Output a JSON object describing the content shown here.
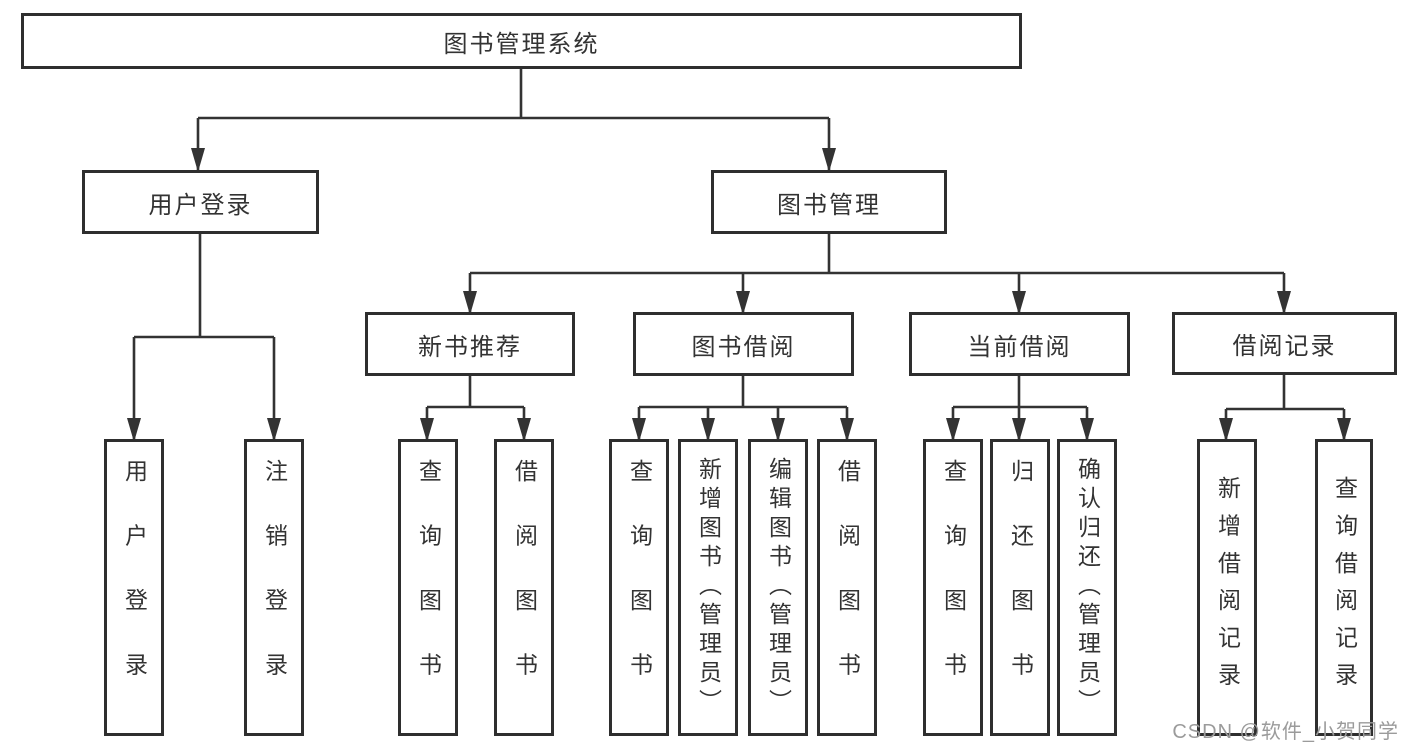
{
  "tree": {
    "label": "图书管理系统",
    "children": [
      {
        "label": "用户登录",
        "children": [
          {
            "label": "用户登录"
          },
          {
            "label": "注销登录"
          }
        ]
      },
      {
        "label": "图书管理",
        "children": [
          {
            "label": "新书推荐",
            "children": [
              {
                "label": "查询图书"
              },
              {
                "label": "借阅图书"
              }
            ]
          },
          {
            "label": "图书借阅",
            "children": [
              {
                "label": "查询图书"
              },
              {
                "label": "新增图书（管理员）"
              },
              {
                "label": "编辑图书（管理员）"
              },
              {
                "label": "借阅图书"
              }
            ]
          },
          {
            "label": "当前借阅",
            "children": [
              {
                "label": "查询图书"
              },
              {
                "label": "归还图书"
              },
              {
                "label": "确认归还（管理员）"
              }
            ]
          },
          {
            "label": "借阅记录",
            "children": [
              {
                "label": "新增借阅记录"
              },
              {
                "label": "查询借阅记录"
              }
            ]
          }
        ]
      }
    ]
  },
  "watermark": {
    "text": "CSDN @软件_小贺同学"
  },
  "colors": {
    "line": "#333333",
    "box_border": "#2e2e2e",
    "text": "#333333",
    "watermark_text": "#9b9b9b",
    "background": "#ffffff"
  }
}
